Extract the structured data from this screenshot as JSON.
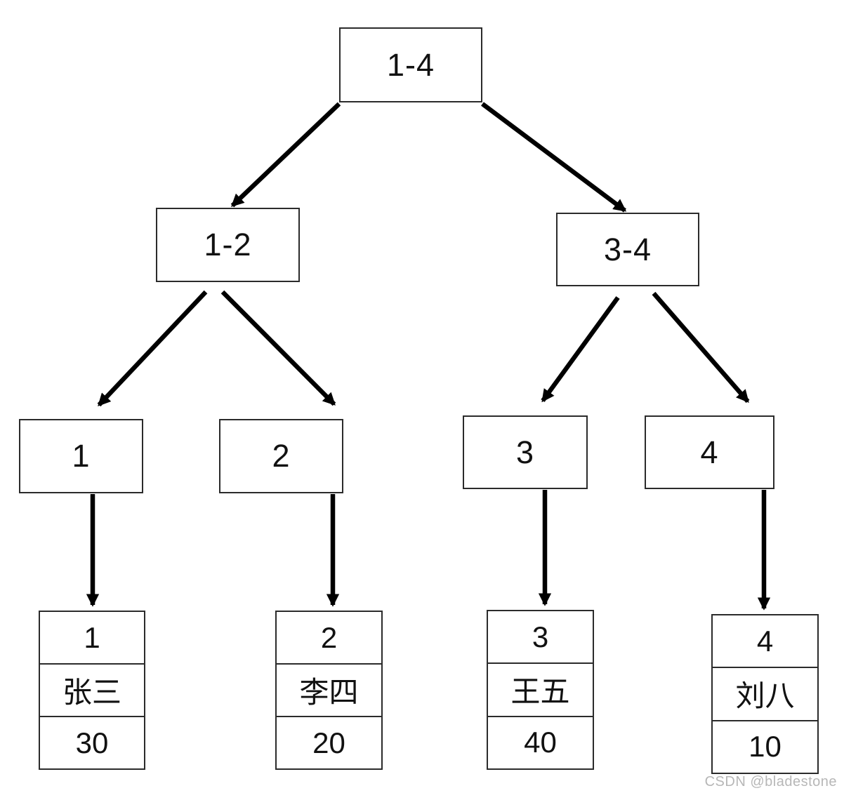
{
  "diagram": {
    "type": "binary-tree",
    "nodes": {
      "root": {
        "label": "1-4"
      },
      "left": {
        "label": "1-2"
      },
      "right": {
        "label": "3-4"
      },
      "leaf1": {
        "label": "1"
      },
      "leaf2": {
        "label": "2"
      },
      "leaf3": {
        "label": "3"
      },
      "leaf4": {
        "label": "4"
      }
    },
    "records": [
      {
        "id": "1",
        "name": "张三",
        "value": "30"
      },
      {
        "id": "2",
        "name": "李四",
        "value": "20"
      },
      {
        "id": "3",
        "name": "王五",
        "value": "40"
      },
      {
        "id": "4",
        "name": "刘八",
        "value": "10"
      }
    ],
    "colors": {
      "line": "#000000",
      "border": "#2b2b2b",
      "text": "#111111",
      "watermark": "#b7b7b7",
      "background": "#ffffff"
    },
    "watermark": "CSDN @bladestone"
  }
}
